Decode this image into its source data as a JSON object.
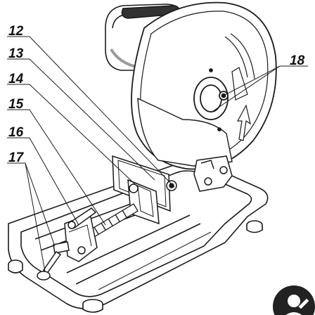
{
  "callouts": [
    {
      "id": "c12",
      "label": "12"
    },
    {
      "id": "c13",
      "label": "13"
    },
    {
      "id": "c14",
      "label": "14"
    },
    {
      "id": "c15",
      "label": "15"
    },
    {
      "id": "c16",
      "label": "16"
    },
    {
      "id": "c17",
      "label": "17"
    },
    {
      "id": "c18",
      "label": "18"
    }
  ],
  "colors": {
    "line": "#1a1a1a",
    "body": "#ffffff",
    "shade": "#9a9a9a",
    "grip": "#333333"
  },
  "icons": {
    "corner": "account-icon"
  }
}
